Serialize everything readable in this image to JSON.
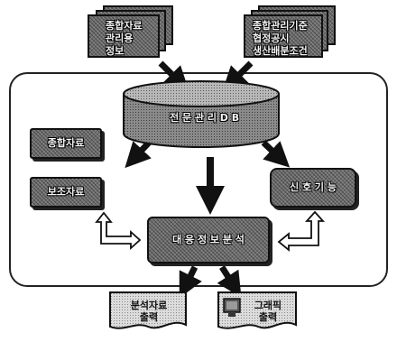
{
  "top_left_doc": {
    "lines": [
      "종합자료",
      "관리용",
      "정보"
    ]
  },
  "top_right_doc": {
    "lines": [
      "종합관리기준",
      "협정공시",
      "생산배분조건"
    ]
  },
  "db_label": "전 문 관 리 D B",
  "left_box_upper": "종합자료",
  "left_box_lower": "보조자료",
  "right_box": "신 호 기 능",
  "center_box": "대 응 정 보 분 석",
  "bottom_left_doc": {
    "lines": [
      "분석자료",
      "출력"
    ]
  },
  "bottom_right_doc": {
    "lines": [
      "그래픽",
      "출력"
    ]
  }
}
